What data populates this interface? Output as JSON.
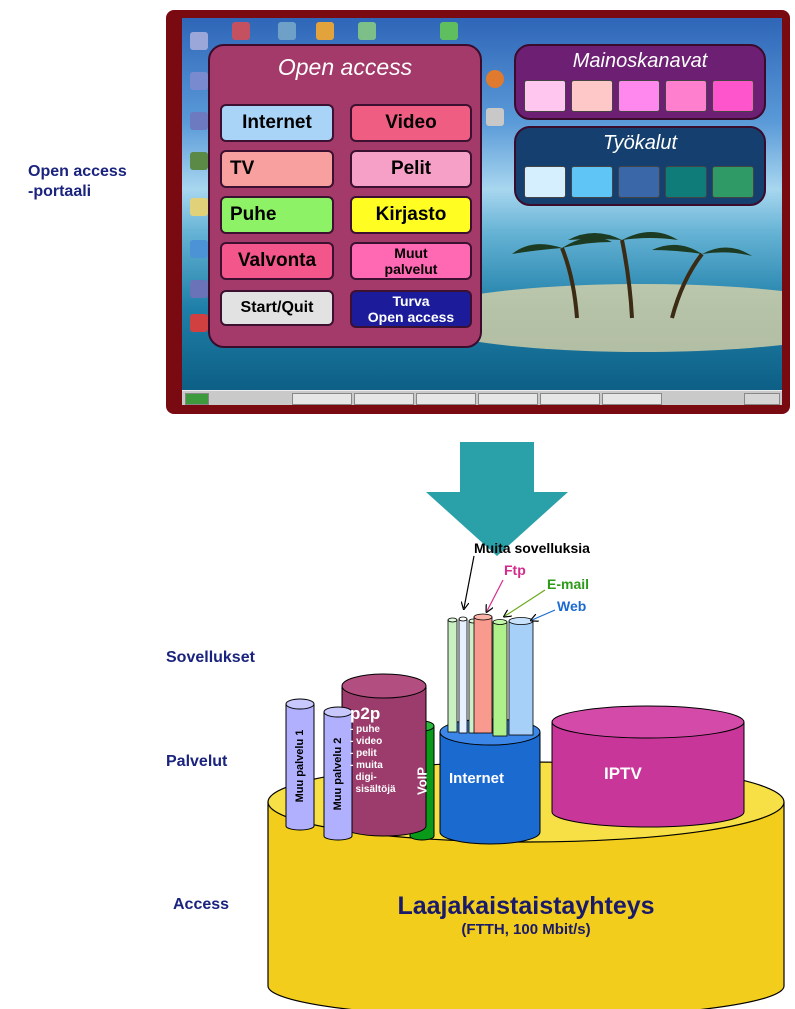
{
  "side_labels": {
    "portal_line1": "Open access",
    "portal_line2": "-portaali",
    "apps": "Sovellukset",
    "services": "Palvelut",
    "access": "Access"
  },
  "portal": {
    "title": "Open access",
    "buttons": {
      "internet": "Internet",
      "video": "Video",
      "tv": "TV",
      "pelit": "Pelit",
      "puhe": "Puhe",
      "kirjasto": "Kirjasto",
      "valvonta": "Valvonta",
      "muut_line1": "Muut",
      "muut_line2": "palvelut",
      "startquit": "Start/Quit",
      "turva_line1": "Turva",
      "turva_line2": "Open access"
    }
  },
  "ads": {
    "title": "Mainoskanavat",
    "swatches": [
      "#ffc6f0",
      "#ffc8c8",
      "#ff88ee",
      "#ff7fcf",
      "#ff55cc"
    ]
  },
  "tools": {
    "title": "Työkalut",
    "swatches": [
      "#d6efff",
      "#5fc4f6",
      "#3a67a8",
      "#0f7c79",
      "#2f9a66"
    ]
  },
  "diagram": {
    "muita": "Muita sovelluksia",
    "ftp": "Ftp",
    "email": "E-mail",
    "web": "Web",
    "muu1": "Muu palvelu 1",
    "muu2": "Muu palvelu 2",
    "p2p_title": "p2p",
    "p2p_items": [
      "- puhe",
      "- video",
      "- pelit",
      "- muita",
      "  digi-",
      "  sisältöjä"
    ],
    "voip": "VoIP",
    "internet": "Internet",
    "iptv": "IPTV",
    "access_title": "Laajakaistaistayhteys",
    "access_sub": "(FTTH, 100 Mbit/s)"
  },
  "colors": {
    "frame": "#7a0a12",
    "portal": "#a33a6a",
    "arrow": "#2aa0a8",
    "access": "#f2cd1c",
    "iptv": "#c8369a",
    "internet": "#1b6ad0",
    "voip": "#0a9a1a",
    "p2p": "#9c3c6c",
    "muu": "#b0b0ff"
  }
}
